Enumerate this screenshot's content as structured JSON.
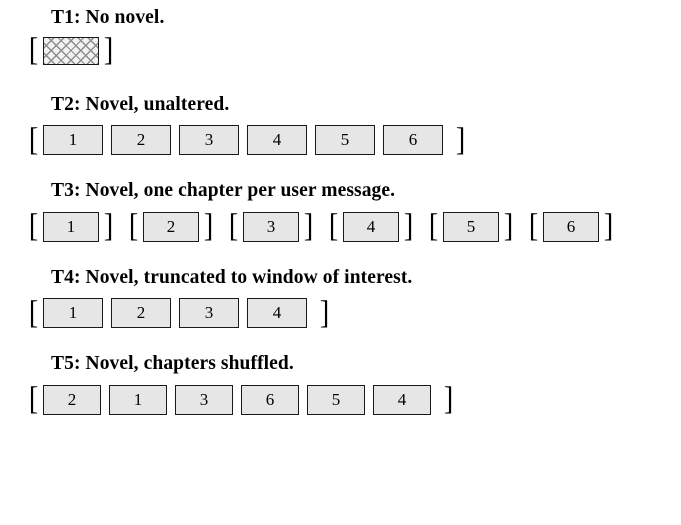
{
  "figure": {
    "background_color": "#ffffff",
    "box_fill_color": "#e6e6e6",
    "box_border_color": "#1a1a1a",
    "hatch_line_color": "#8c8c8c",
    "bracket_left": "[",
    "bracket_right": "]"
  },
  "treatments": [
    {
      "id": "t1",
      "title": "T1: No novel.",
      "bracket_left": "[",
      "bracket_right": "]",
      "style": "single-hatched-box",
      "boxes": [],
      "hatched": true
    },
    {
      "id": "t2",
      "title": "T2: Novel, unaltered.",
      "bracket_left": "[",
      "bracket_right": "]",
      "style": "single-bracket-group",
      "boxes": [
        "1",
        "2",
        "3",
        "4",
        "5",
        "6"
      ],
      "hatched": false
    },
    {
      "id": "t3",
      "title": "T3: Novel, one chapter per user message.",
      "bracket_left": "[",
      "bracket_right": "]",
      "style": "per-box-brackets",
      "boxes": [
        "1",
        "2",
        "3",
        "4",
        "5",
        "6"
      ],
      "hatched": false
    },
    {
      "id": "t4",
      "title": "T4: Novel, truncated to window of interest.",
      "bracket_left": "[",
      "bracket_right": "]",
      "style": "single-bracket-group",
      "boxes": [
        "1",
        "2",
        "3",
        "4"
      ],
      "hatched": false
    },
    {
      "id": "t5",
      "title": "T5: Novel, chapters shuffled.",
      "bracket_left": "[",
      "bracket_right": "]",
      "style": "single-bracket-group",
      "boxes": [
        "2",
        "1",
        "3",
        "6",
        "5",
        "4"
      ],
      "hatched": false
    }
  ]
}
